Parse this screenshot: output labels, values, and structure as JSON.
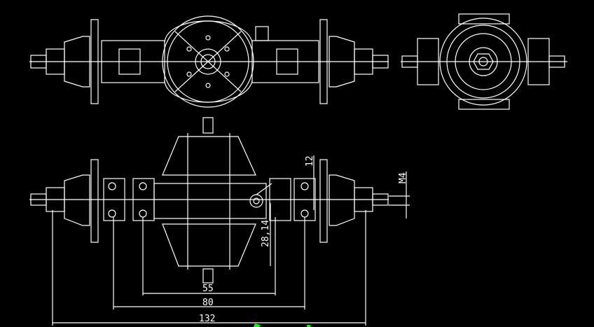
{
  "drawing": {
    "dimensions": {
      "d55": "55",
      "d80": "80",
      "d132": "132",
      "d12": "12",
      "m4": "M4",
      "d2814": "28,14"
    },
    "colors": {
      "background": "#000000",
      "line": "#ffffff",
      "accent": "#00ff00"
    }
  }
}
